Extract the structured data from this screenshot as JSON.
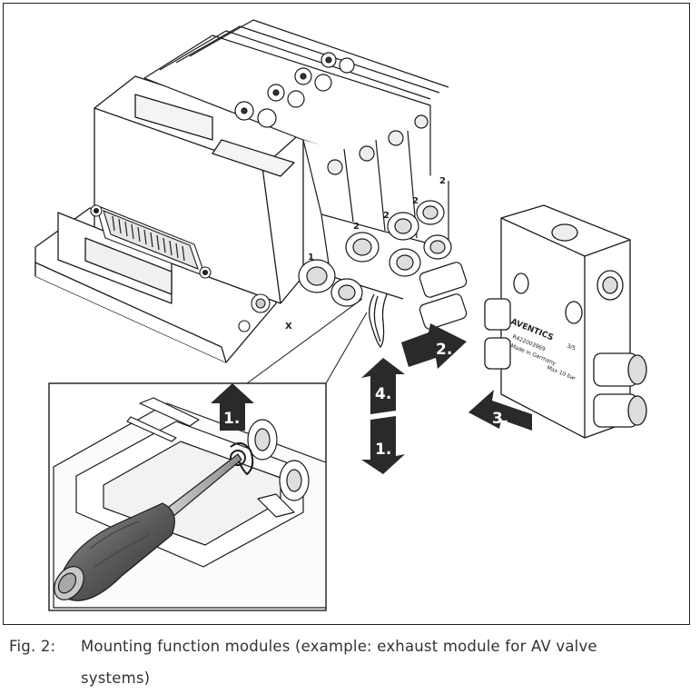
{
  "figure": {
    "steps": {
      "step1_inset": "1.",
      "step1_main": "1.",
      "step2": "2.",
      "step3": "3.",
      "step4": "4."
    },
    "port_labels": {
      "port_1": "1",
      "port_x": "X",
      "port_2a": "2",
      "port_2b": "2",
      "port_2c": "2",
      "port_2d": "2"
    },
    "module_markings": {
      "brand": "AVENTICS",
      "part_number": "R422003969",
      "line_a": "Made in Germany",
      "line_b": "Max 10 bar",
      "line_c": "3/5"
    },
    "colors": {
      "line": "#1a1a1a",
      "arrow_fill": "#2a2a2a",
      "frame": "#222222",
      "caption_text": "#333333"
    }
  },
  "caption": {
    "label": "Fig. 2:",
    "text": "Mounting function modules (example: exhaust module for AV valve systems)"
  }
}
